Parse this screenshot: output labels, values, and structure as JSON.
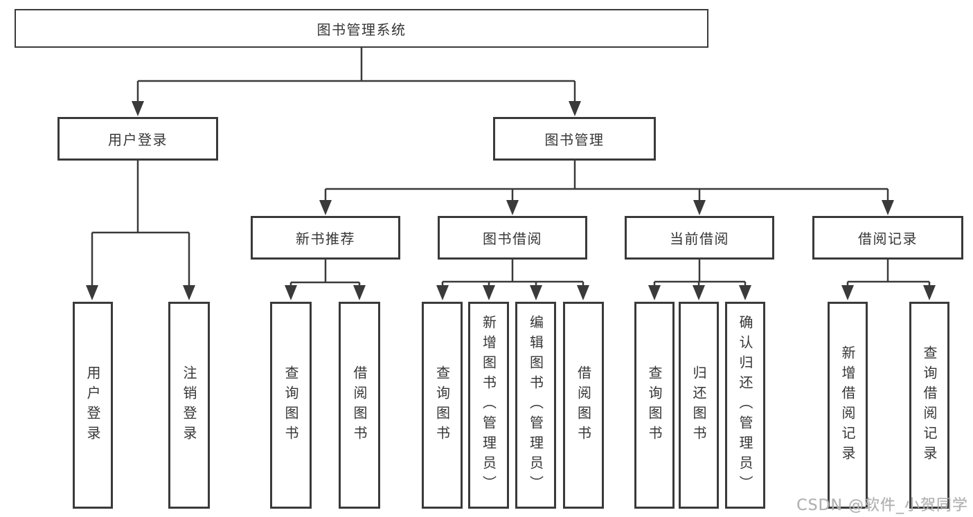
{
  "diagram": {
    "root": {
      "label": "图书管理系统"
    },
    "branches": {
      "user_login": {
        "label": "用户登录",
        "children": [
          {
            "label": "用户登录"
          },
          {
            "label": "注销登录"
          }
        ]
      },
      "book_management": {
        "label": "图书管理",
        "sections": [
          {
            "label": "新书推荐",
            "children": [
              {
                "label": "查询图书"
              },
              {
                "label": "借阅图书"
              }
            ]
          },
          {
            "label": "图书借阅",
            "children": [
              {
                "label": "查询图书"
              },
              {
                "label": "新增图书（管理员）"
              },
              {
                "label": "编辑图书（管理员）"
              },
              {
                "label": "借阅图书"
              }
            ]
          },
          {
            "label": "当前借阅",
            "children": [
              {
                "label": "查询图书"
              },
              {
                "label": "归还图书"
              },
              {
                "label": "确认归还（管理员）"
              }
            ]
          },
          {
            "label": "借阅记录",
            "children": [
              {
                "label": "新增借阅记录"
              },
              {
                "label": "查询借阅记录"
              }
            ]
          }
        ]
      }
    }
  },
  "watermark": {
    "text": "CSDN @软件_小贺同学"
  },
  "colors": {
    "line": "#3a3a3a",
    "box_border": "#3a3a3a",
    "text": "#363636",
    "watermark": "#b0b0b0",
    "background": "#ffffff"
  }
}
